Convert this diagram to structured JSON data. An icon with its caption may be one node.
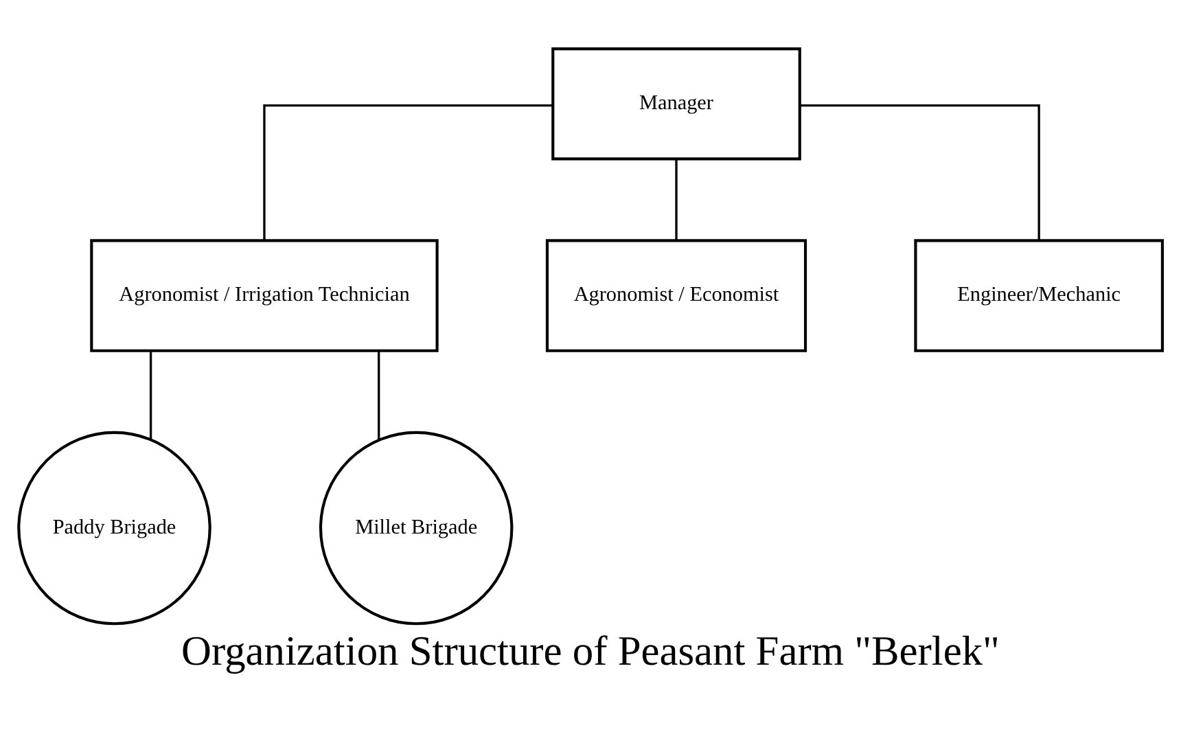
{
  "diagram": {
    "title": "Organization Structure of Peasant Farm \"Berlek\"",
    "nodes": [
      {
        "text": [
          "Manager"
        ]
      },
      {
        "text": [
          "Agronomist / Irrigation Technician"
        ]
      },
      {
        "text": [
          "Agronomist / Economist"
        ]
      },
      {
        "text": [
          "Engineer/Mechanic"
        ]
      },
      {
        "text": [
          "Paddy Brigade"
        ]
      },
      {
        "text": [
          "Millet Brigade"
        ]
      }
    ],
    "edges": [
      {
        "from": 0,
        "to": 1,
        "arrow": "none"
      },
      {
        "from": 0,
        "to": 2,
        "arrow": "none"
      },
      {
        "from": 0,
        "to": 3,
        "arrow": "none"
      },
      {
        "from": 1,
        "to": 4,
        "arrow": "none"
      },
      {
        "from": 1,
        "to": 5,
        "arrow": "none"
      }
    ]
  }
}
